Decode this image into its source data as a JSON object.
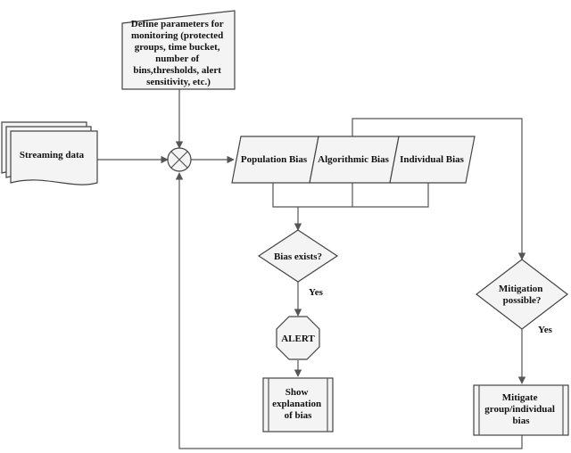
{
  "nodes": {
    "params": {
      "lines": [
        "Define parameters for",
        "monitoring (protected",
        "groups, time bucket,",
        "number of",
        "bins,thresholds, alert",
        "sensitivity, etc.)"
      ]
    },
    "stream": {
      "label": "Streaming data"
    },
    "population": {
      "label": "Population Bias"
    },
    "algorithmic": {
      "label": "Algorithmic Bias"
    },
    "individual": {
      "label": "Individual Bias"
    },
    "bias_exists": {
      "label": "Bias exists?"
    },
    "alert": {
      "label": "ALERT"
    },
    "explanation": {
      "lines": [
        "Show",
        "explanation",
        "of bias"
      ]
    },
    "mitigation_possible": {
      "lines": [
        "Mitigation",
        "possible?"
      ]
    },
    "mitigate": {
      "lines": [
        "Mitigate",
        "group/individual",
        "bias"
      ]
    }
  },
  "edges": {
    "yes_bias": "Yes",
    "yes_mitigation": "Yes"
  },
  "colors": {
    "shape_fill": "#f4f4f4",
    "stroke": "#444444",
    "line": "#555555",
    "text": "#111111"
  }
}
